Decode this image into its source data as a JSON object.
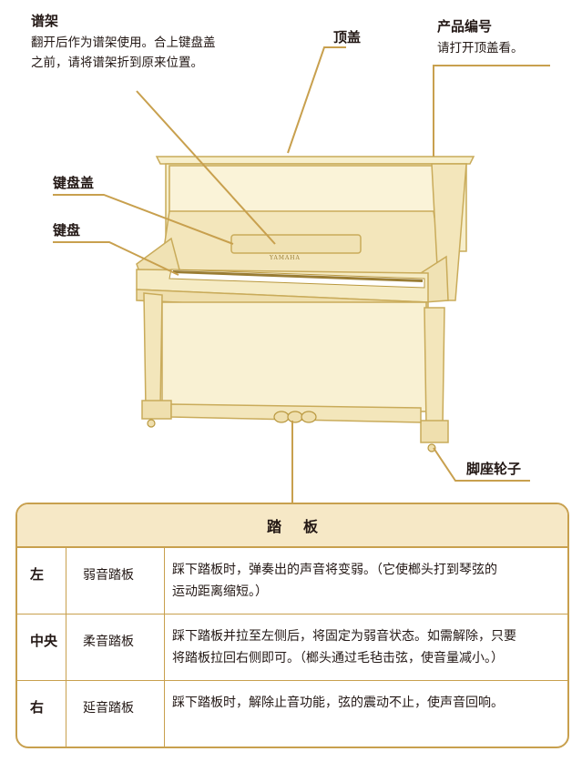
{
  "labels": {
    "music_rest_title": "谱架",
    "music_rest_desc_line1": "翻开后作为谱架使用。合上键盘盖",
    "music_rest_desc_line2": "之前，请将谱架折到原来位置。",
    "top_lid": "顶盖",
    "serial_title": "产品编号",
    "serial_desc": "请打开顶盖看。",
    "fallboard": "键盘盖",
    "keyboard": "键盘",
    "casters": "脚座轮子",
    "brand_plate": "YAMAHA"
  },
  "pedal_table": {
    "header": "踏板",
    "rows": [
      {
        "position": "左",
        "name": "弱音踏板",
        "line1": "踩下踏板时，弹奏出的声音将变弱。（它使榔头打到琴弦的",
        "line2": "运动距离缩短。）"
      },
      {
        "position": "中央",
        "name": "柔音踏板",
        "line1": "踩下踏板并拉至左侧后，将固定为弱音状态。如需解除，只要",
        "line2": "将踏板拉回右侧即可。（榔头通过毛毡击弦，使音量减小。）"
      },
      {
        "position": "右",
        "name": "延音踏板",
        "line1": "踩下踏板时，解除止音功能，弦的震动不止，使声音回响。",
        "line2": ""
      }
    ]
  },
  "colors": {
    "accent": "#c8a04e",
    "piano_fill": "#f7efcc",
    "piano_line": "#c9ab5a",
    "header_fill": "#f6e8c6",
    "text": "#231815"
  }
}
